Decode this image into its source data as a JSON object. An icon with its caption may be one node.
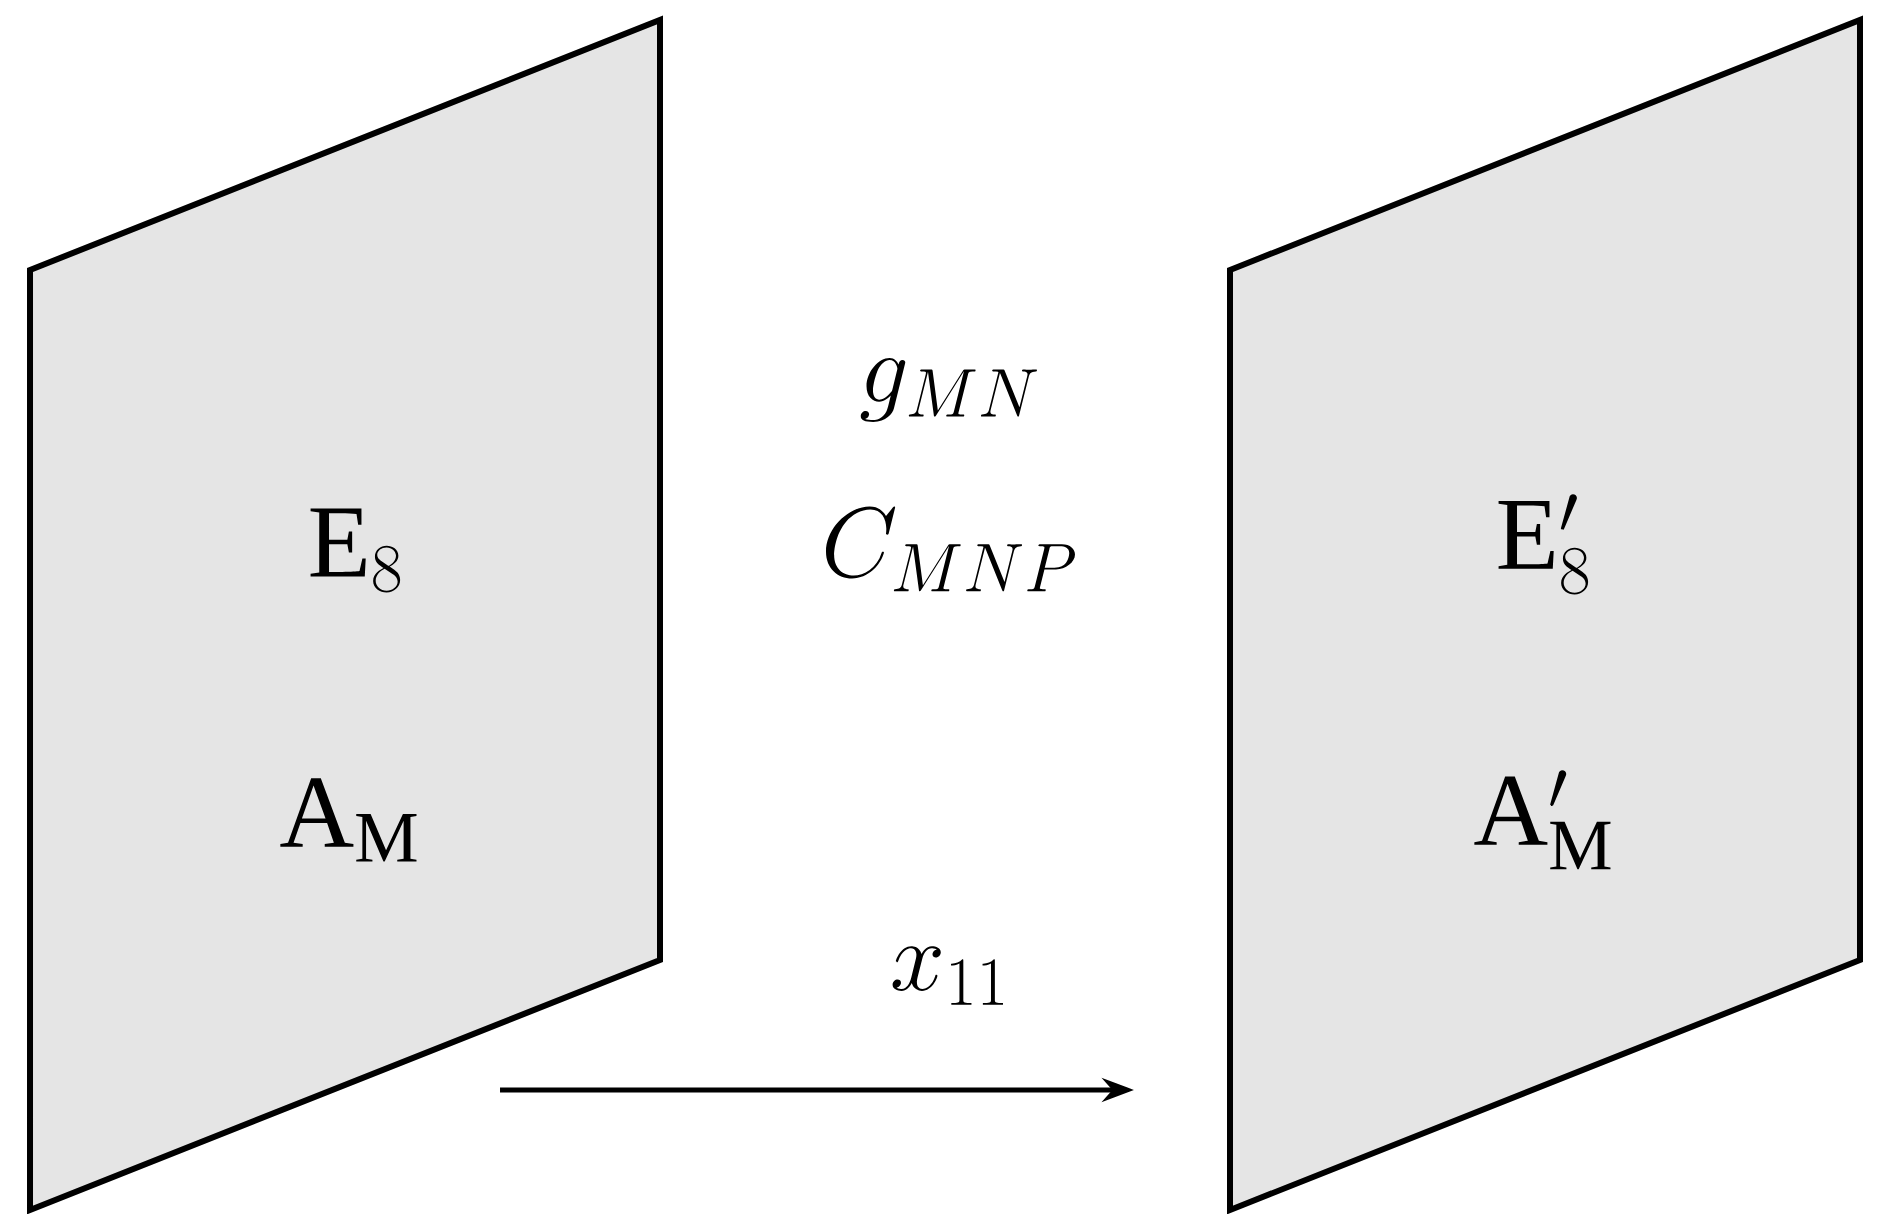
{
  "diagram": {
    "nodes": [
      {
        "text": [
          "\\mathrm{E}_8",
          "\\mathrm{A}_\\mathrm{M}"
        ]
      },
      {
        "text": [
          "\\mathrm{E}'_8",
          "\\mathrm{A}'_\\mathrm{M}"
        ]
      }
    ],
    "labels": [
      "g_{MN}",
      "C_{MNP}",
      "x_{11}"
    ]
  }
}
